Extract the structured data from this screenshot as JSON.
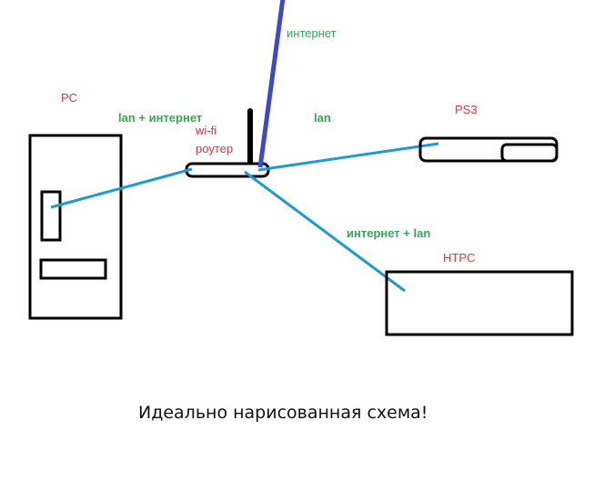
{
  "labels": {
    "pc": "PC",
    "pc_link": "lan + интернет",
    "router_line1": "wi-fi",
    "router_line2": "роутер",
    "internet": "интернет",
    "ps3_link": "lan",
    "ps3": "PS3",
    "htpc_link": "интернет + lan",
    "htpc": "HTPC"
  },
  "caption": "Идеально нарисованная схема!",
  "colors": {
    "internet_line": "#3f48cc",
    "lan_line": "#1f9bd4",
    "device_label": "#d9383f",
    "link_label": "#3aa653"
  }
}
